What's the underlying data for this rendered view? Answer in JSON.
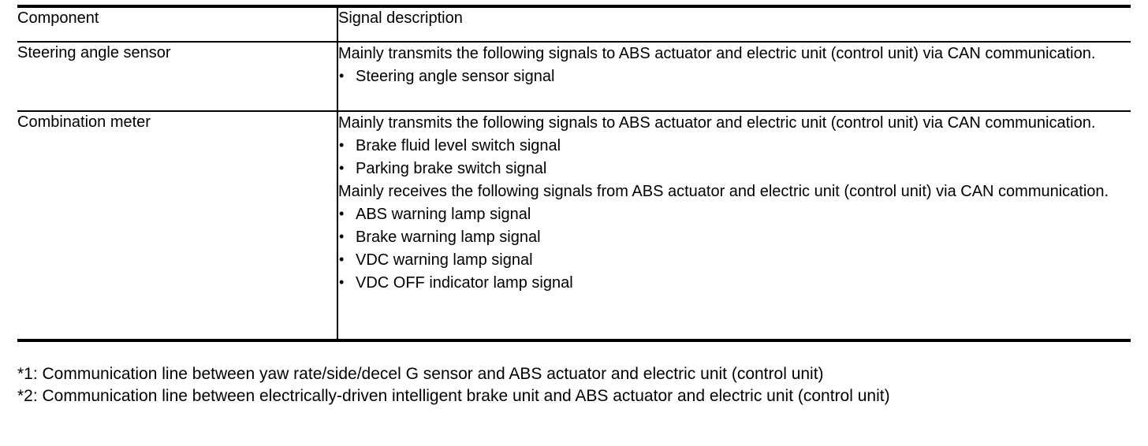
{
  "table": {
    "headers": {
      "component": "Component",
      "signal": "Signal description"
    },
    "rows": [
      {
        "component": "Steering angle sensor",
        "blocks": [
          {
            "type": "paragraph",
            "text": "Mainly transmits the following signals to ABS actuator and electric unit (control unit) via CAN communication."
          },
          {
            "type": "list",
            "bullet": "•",
            "items": [
              "Steering angle sensor signal"
            ]
          }
        ]
      },
      {
        "component": "Combination meter",
        "blocks": [
          {
            "type": "paragraph",
            "text": "Mainly transmits the following signals to ABS actuator and electric unit (control unit) via CAN communication."
          },
          {
            "type": "list",
            "bullet": "•",
            "items": [
              "Brake fluid level switch signal",
              "Parking brake switch signal"
            ]
          },
          {
            "type": "paragraph",
            "text": "Mainly receives the following signals from ABS actuator and electric unit (control unit) via CAN communication."
          },
          {
            "type": "list",
            "bullet": "•",
            "items": [
              "ABS warning lamp signal",
              "Brake warning lamp signal",
              "VDC warning lamp signal",
              "VDC OFF indicator lamp signal"
            ]
          }
        ]
      }
    ]
  },
  "footnotes": [
    {
      "marker": "*1:",
      "text": "*1: Communication line between yaw rate/side/decel G sensor and ABS actuator and electric unit (control unit)"
    },
    {
      "marker": "*2:",
      "text": "*2: Communication line between electrically-driven intelligent brake unit and ABS actuator and electric unit (control unit)"
    }
  ]
}
